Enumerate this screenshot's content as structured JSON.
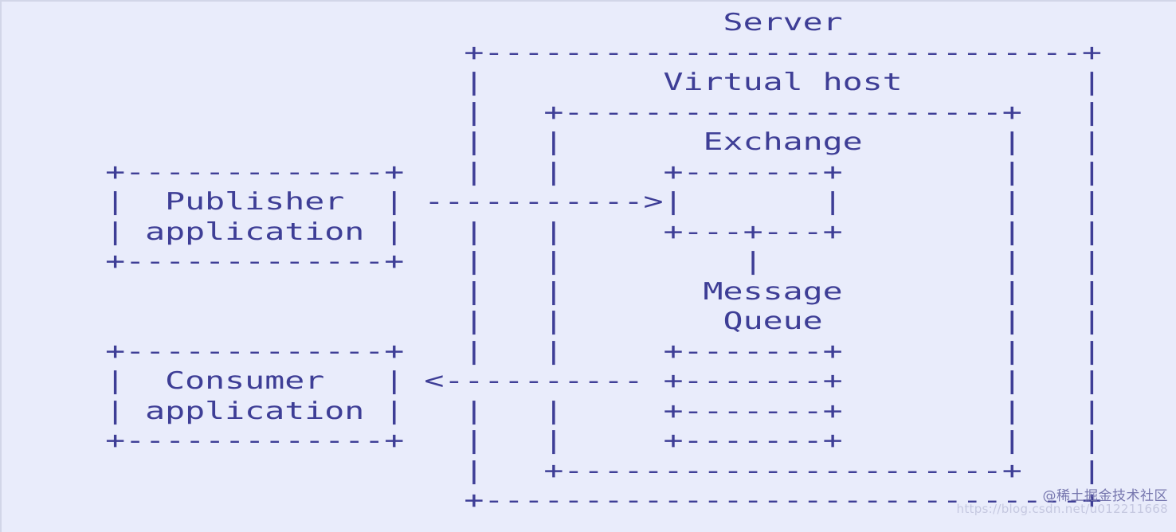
{
  "meta": {
    "kind": "ascii-art-diagram",
    "subject": "Message broker server architecture"
  },
  "colors": {
    "background": "#e9ecfb",
    "ink": "#3e3e96",
    "edge_border": "#d2d6e8",
    "watermark_main": "#6d6da8",
    "watermark_sub": "#b9bcd8"
  },
  "labels": {
    "server": "Server",
    "virtual_host": "Virtual host",
    "exchange": "Exchange",
    "message_queue_line1": "Message",
    "message_queue_line2": "Queue",
    "publisher_line1": "Publisher",
    "publisher_line2": "application",
    "consumer_line1": "Consumer",
    "consumer_line2": "application"
  },
  "arrows": {
    "publish": "----------->",
    "consume": "<----------"
  },
  "diagram": {
    "lines": [
      "                                           Server",
      "                       +------------------------------+",
      "                       |     Virtual host             |",
      "                       |   +----------------------+   |",
      "                       |   |      Exchange        |   |",
      "     +-------------+   |   |    +-------+         |   |",
      "     | Publisher   | ----------> |       |        |   |",
      "     | application |   |   |    +---+---+         |   |",
      "     +-------------+   |   |        |             |   |",
      "                       |   |     Message          |   |",
      "                       |   |      Queue           |   |",
      "     +-------------+   |   |    +-------+         |   |",
      "     | Consumer    | <--------- +-------+         |   |",
      "     | application |   |   |    +-------+         |   |",
      "     +-------------+   |   |    +-------+         |   |",
      "                       |   +----------------------+   |",
      "                       +------------------------------+"
    ],
    "art": " + - - - - - - - - - - - - - - - - - - - - - - - - - - - - - +"
  },
  "watermark": {
    "main": "@稀土掘金技术社区",
    "sub": "https://blog.csdn.net/u012211668"
  }
}
